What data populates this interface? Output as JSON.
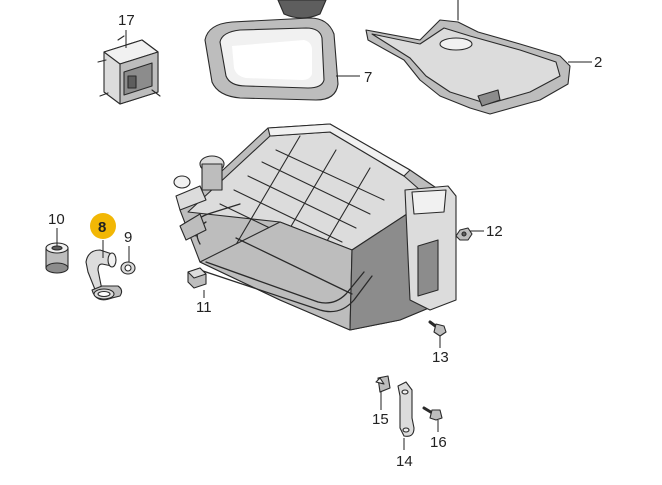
{
  "callouts": {
    "c1": {
      "label": "2"
    },
    "c2": {
      "label": "7"
    },
    "c3": {
      "label": "8"
    },
    "c4": {
      "label": "9"
    },
    "c5": {
      "label": "10"
    },
    "c6": {
      "label": "11"
    },
    "c7": {
      "label": "12"
    },
    "c8": {
      "label": "13"
    },
    "c9": {
      "label": "14"
    },
    "c10": {
      "label": "15"
    },
    "c11": {
      "label": "16"
    },
    "c12": {
      "label": "17"
    }
  },
  "highlight": {
    "callout": "8",
    "color": "#f2b705"
  }
}
